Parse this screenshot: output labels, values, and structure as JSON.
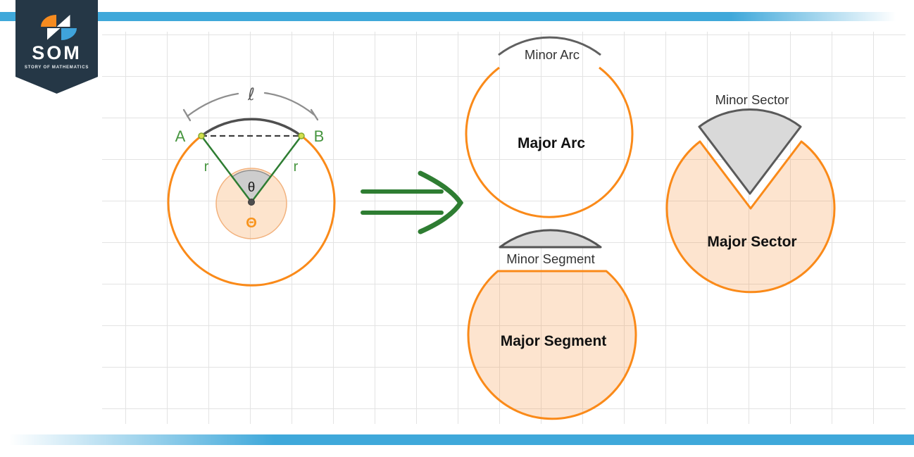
{
  "logo": {
    "title": "SOM",
    "subtitle": "STORY OF MATHEMATICS"
  },
  "left_figure": {
    "arc_length_label": "ℓ",
    "point_a": "A",
    "point_b": "B",
    "radius_label_left": "r",
    "radius_label_right": "r",
    "angle_label": "θ",
    "center_theta_symbol": "Θ"
  },
  "arc_figure": {
    "minor_label": "Minor Arc",
    "major_label": "Major Arc"
  },
  "segment_figure": {
    "minor_label": "Minor Segment",
    "major_label": "Major Segment"
  },
  "sector_figure": {
    "minor_label": "Minor Sector",
    "major_label": "Major Sector"
  },
  "colors": {
    "accent_blue": "#3FA8DA",
    "orange_stroke": "#FA8A19",
    "peach_fill": "#FCE5CE",
    "green": "#2E7D32",
    "dark_gray_stroke": "#5A5A5A",
    "light_gray_fill": "#D9D9D9",
    "logo_navy": "#253746",
    "logo_orange": "#F68B1F",
    "grid_line": "#E3E3E3"
  }
}
